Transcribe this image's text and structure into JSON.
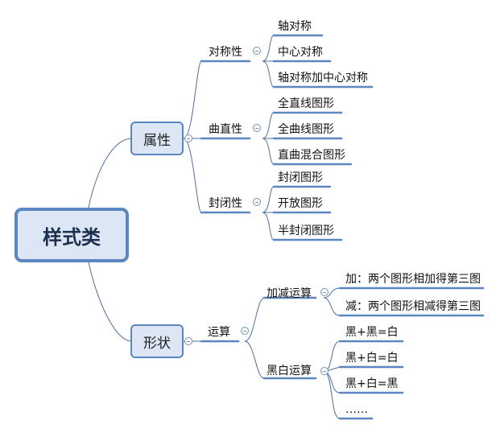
{
  "root": {
    "label": "样式类"
  },
  "branches": [
    {
      "label": "属性",
      "children": [
        {
          "label": "对称性",
          "leaves": [
            "轴对称",
            "中心对称",
            "轴对称加中心对称"
          ]
        },
        {
          "label": "曲直性",
          "leaves": [
            "全直线图形",
            "全曲线图形",
            "直曲混合图形"
          ]
        },
        {
          "label": "封闭性",
          "leaves": [
            "封闭图形",
            "开放图形",
            "半封闭图形"
          ]
        }
      ]
    },
    {
      "label": "形状",
      "children": [
        {
          "label": "运算",
          "subgroups": [
            {
              "label": "加减运算",
              "leaves": [
                "加：两个图形相加得第三图",
                "减：两个图形相减得第三图"
              ]
            },
            {
              "label": "黑白运算",
              "leaves": [
                "黑+黑=白",
                "黑+白=白",
                "黑+白=黑",
                "……"
              ]
            }
          ]
        }
      ]
    }
  ],
  "colors": {
    "line": "#4f6f9f",
    "underline": "#5b86bf",
    "fill": "#dce6f4"
  }
}
